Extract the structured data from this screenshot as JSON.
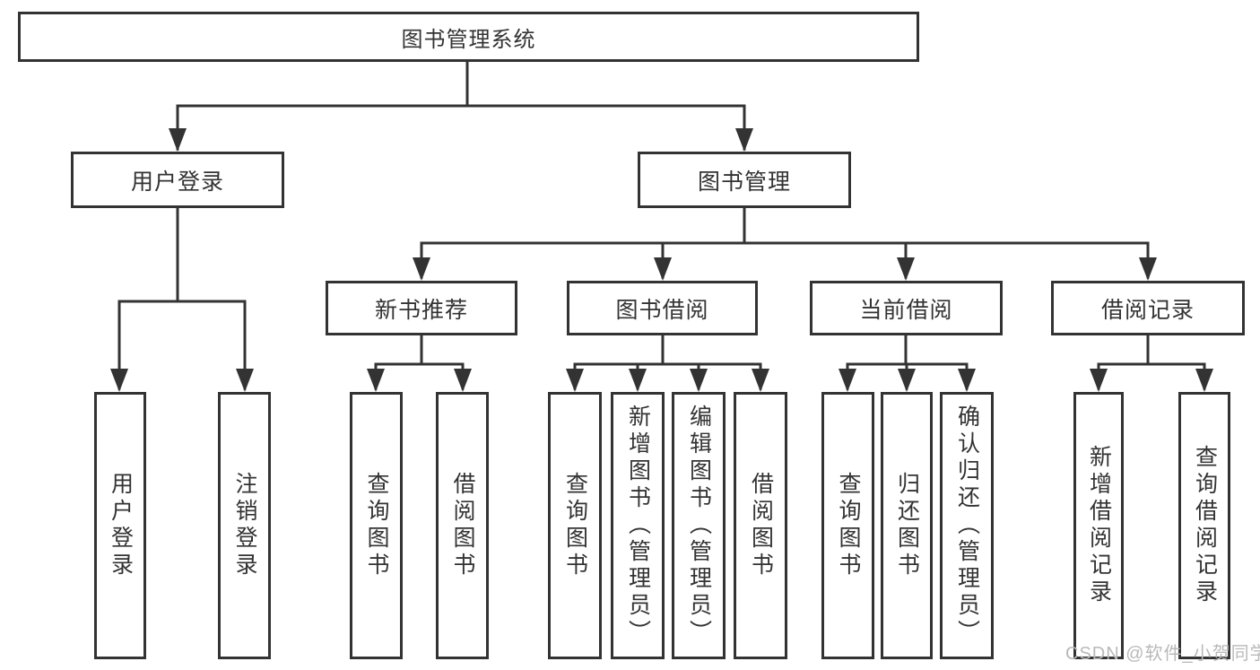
{
  "diagram": {
    "root": {
      "label": "图书管理系统"
    },
    "level2": [
      {
        "label": "用户登录"
      },
      {
        "label": "图书管理"
      }
    ],
    "level3": [
      {
        "label": "新书推荐"
      },
      {
        "label": "图书借阅"
      },
      {
        "label": "当前借阅"
      },
      {
        "label": "借阅记录"
      }
    ],
    "leaves": {
      "user": [
        "用户登录",
        "注销登录"
      ],
      "recommend": [
        "查询图书",
        "借阅图书"
      ],
      "borrow": [
        "查询图书",
        "新增图书（管理员）",
        "编辑图书（管理员）",
        "借阅图书"
      ],
      "current": [
        "查询图书",
        "归还图书",
        "确认归还（管理员）"
      ],
      "records": [
        "新增借阅记录",
        "查询借阅记录"
      ]
    }
  },
  "watermark": "CSDN @软件_小贺同学",
  "colors": {
    "line": "#333333",
    "text": "#333333",
    "background": "#ffffff",
    "watermark": "#b9b9b9"
  }
}
